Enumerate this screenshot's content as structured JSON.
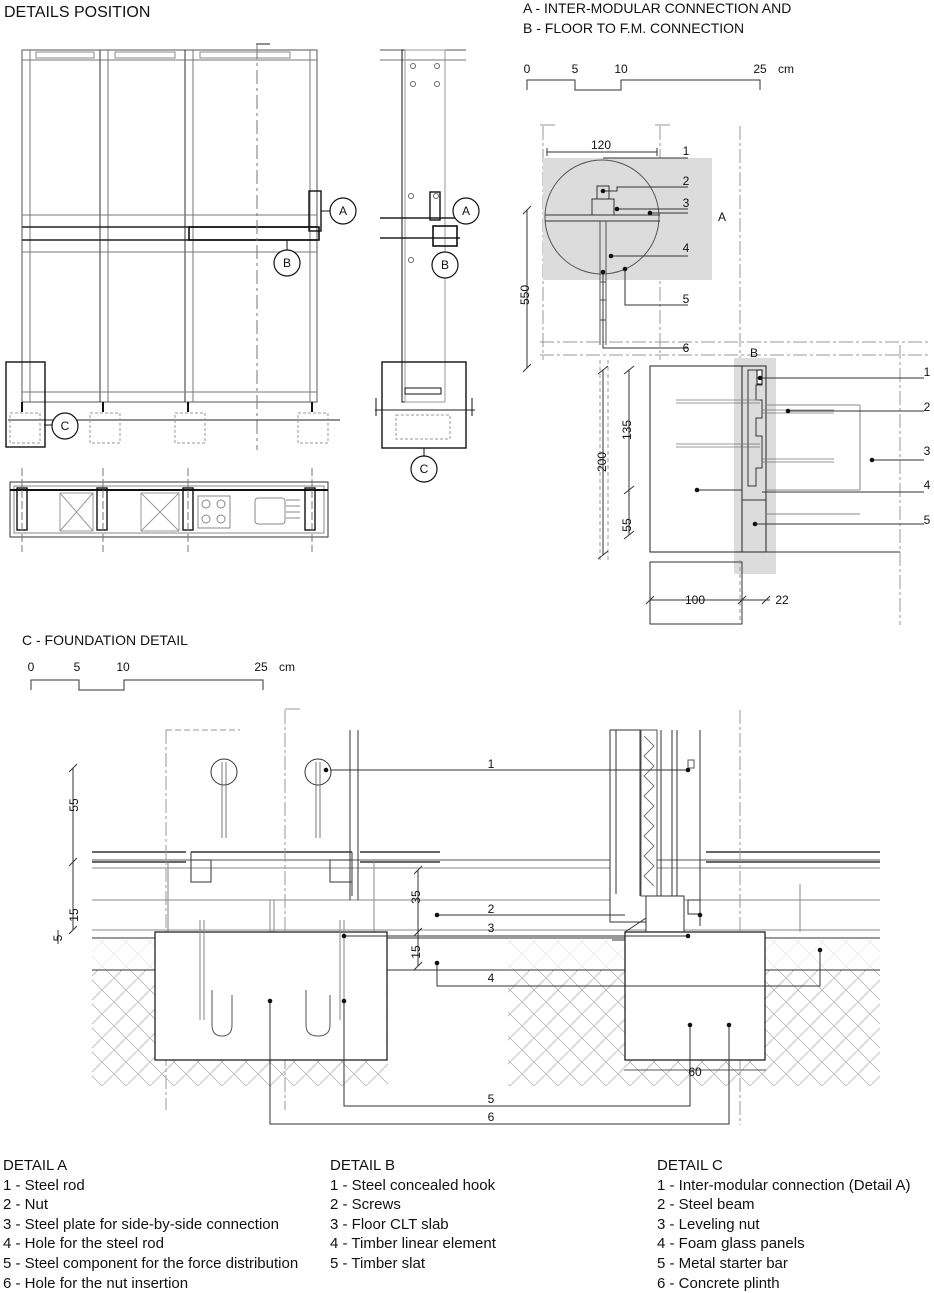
{
  "titles": {
    "details_position": "DETAILS POSITION",
    "ab_line1": "A - INTER-MODULAR CONNECTION AND",
    "ab_line2": "B - FLOOR TO F.M. CONNECTION",
    "foundation": "C - FOUNDATION DETAIL"
  },
  "scale_bar": {
    "t0": "0",
    "t5": "5",
    "t10": "10",
    "t25": "25",
    "unit": "cm"
  },
  "markers": {
    "a": "A",
    "b": "B",
    "c": "C"
  },
  "dims_ab": {
    "d120": "120",
    "d550": "550",
    "d200": "200",
    "d135": "135",
    "d55": "55",
    "d100": "100",
    "d22": "22"
  },
  "dims_c": {
    "d55": "55",
    "d15a": "15",
    "d5": "5",
    "d35": "35",
    "d15b": "15",
    "d60": "60"
  },
  "callouts": {
    "n1": "1",
    "n2": "2",
    "n3": "3",
    "n4": "4",
    "n5": "5",
    "n6": "6"
  },
  "legend": {
    "detail_a": {
      "title": "DETAIL A",
      "items": [
        "1 - Steel rod",
        "2 - Nut",
        "3 - Steel plate for side-by-side connection",
        "4 - Hole for the steel rod",
        "5 - Steel component for the force distribution",
        "6 - Hole for the nut insertion"
      ]
    },
    "detail_b": {
      "title": "DETAIL B",
      "items": [
        "1 - Steel concealed hook",
        "2 - Screws",
        "3 - Floor CLT slab",
        "4 - Timber linear element",
        "5 - Timber slat"
      ]
    },
    "detail_c": {
      "title": "DETAIL C",
      "items": [
        "1 - Inter-modular connection (Detail A)",
        "2 - Steel beam",
        "3 - Leveling nut",
        "4 - Foam glass panels",
        "5 - Metal starter bar",
        "6 - Concrete plinth"
      ]
    }
  }
}
